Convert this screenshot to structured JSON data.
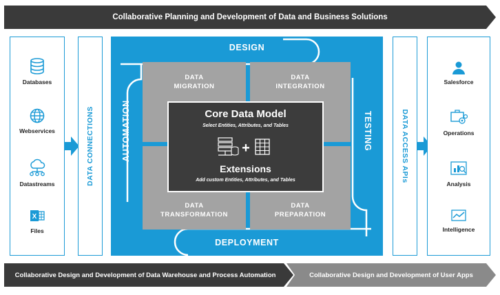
{
  "top_banner": "Collaborative Planning and Development of Data and Business Solutions",
  "sources": [
    {
      "label": "Databases",
      "icon": "database-icon"
    },
    {
      "label": "Webservices",
      "icon": "globe-icon"
    },
    {
      "label": "Datastreams",
      "icon": "cloud-network-icon"
    },
    {
      "label": "Files",
      "icon": "excel-file-icon"
    }
  ],
  "data_connections": "DATA CONNECTIONS",
  "frame": {
    "design": "DESIGN",
    "automation": "AUTOMATION",
    "testing": "TESTING",
    "deployment": "DEPLOYMENT"
  },
  "quadrants": {
    "migration": [
      "DATA",
      "MIGRATION"
    ],
    "integration": [
      "DATA",
      "INTEGRATION"
    ],
    "transformation": [
      "DATA",
      "TRANSFORMATION"
    ],
    "preparation": [
      "DATA",
      "PREPARATION"
    ]
  },
  "core": {
    "title": "Core Data Model",
    "subtitle": "Select Entities, Attributes, and Tables",
    "extensions_title": "Extensions",
    "extensions_subtitle": "Add custom Entities, Attributes, and Tables",
    "plus": "+"
  },
  "data_access": "DATA ACCESS APIs",
  "destinations": [
    {
      "label": "Salesforce",
      "icon": "person-icon"
    },
    {
      "label": "Operations",
      "icon": "briefcase-gears-icon"
    },
    {
      "label": "Analysis",
      "icon": "chart-analysis-icon"
    },
    {
      "label": "Intelligence",
      "icon": "line-chart-icon"
    }
  ],
  "bottom_left": "Collaborative Design and Development of Data Warehouse and Process Automation",
  "bottom_right": "Collaborative Design and Development of User Apps",
  "colors": {
    "blue": "#1a9ad6",
    "dark": "#3c3c3c",
    "gray": "#a3a3a3",
    "banner": "#3a3a3a",
    "banner_light": "#8a8a8a"
  }
}
